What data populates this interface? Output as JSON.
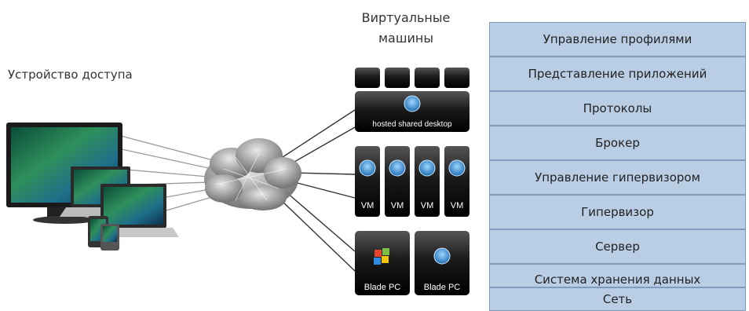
{
  "labels": {
    "access_devices": "Устройство доступа",
    "vm_line1": "Виртуальные",
    "vm_line2": "машины"
  },
  "vm_tiles": {
    "hosted_shared": "hosted shared desktop",
    "vm": "VM",
    "blade_pc": "Blade PC"
  },
  "layers": [
    "Управление профилями",
    "Представление приложений",
    "Протоколы",
    "Брокер",
    "Управление гипервизором",
    "Гипервизор",
    "Сервер",
    "Система хранения данных",
    "Сеть"
  ],
  "colors": {
    "layer_fill": "#b9cde5",
    "layer_border": "#7f9bbd",
    "tile_dark": "#111111",
    "cloud": "#8a8a8a"
  }
}
